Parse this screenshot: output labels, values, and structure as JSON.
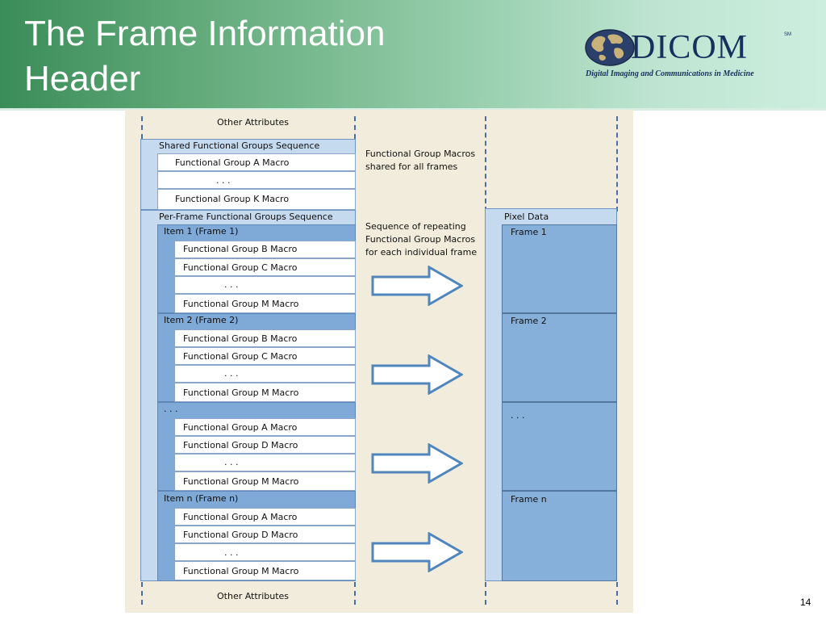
{
  "slide": {
    "title_line1": "The Frame Information",
    "title_line2": "Header",
    "page_number": "14"
  },
  "logo": {
    "name": "DICOM",
    "mark": "SM",
    "tagline": "Digital Imaging and Communications in Medicine",
    "icon": "globe-icon",
    "color": "#17305e"
  },
  "diagram": {
    "other_attributes_top": "Other Attributes",
    "other_attributes_bottom": "Other Attributes",
    "shared": {
      "label": "Shared Functional Groups Sequence",
      "macros": [
        "Functional Group A Macro",
        ". . .",
        "Functional Group K Macro"
      ]
    },
    "shared_note_line1": "Functional Group Macros",
    "shared_note_line2": "shared for all frames",
    "per_frame": {
      "label": "Per-Frame Functional Groups Sequence",
      "items": [
        {
          "label": "Item 1 (Frame 1)",
          "macros": [
            "Functional Group B Macro",
            "Functional Group C Macro",
            ". . .",
            "Functional Group M Macro"
          ]
        },
        {
          "label": "Item 2 (Frame 2)",
          "macros": [
            "Functional Group B Macro",
            "Functional Group C Macro",
            ". . .",
            "Functional Group M Macro"
          ]
        },
        {
          "label": ". . .",
          "macros": [
            "Functional Group A Macro",
            "Functional Group D Macro",
            ". . .",
            "Functional Group M Macro"
          ]
        },
        {
          "label": "Item n (Frame n)",
          "macros": [
            "Functional Group A Macro",
            "Functional Group D Macro",
            ". . .",
            "Functional Group M Macro"
          ]
        }
      ]
    },
    "per_frame_note_line1": "Sequence of repeating",
    "per_frame_note_line2": "Functional Group Macros",
    "per_frame_note_line3": "for each individual frame",
    "pixel_data": {
      "label": "Pixel Data",
      "frames": [
        "Frame 1",
        "Frame 2",
        ". . .",
        "Frame n"
      ]
    },
    "colors": {
      "background": "#f1ecdb",
      "sequence_fill": "#c5d9ef",
      "item_fill": "#7fa9d6",
      "arrow_stroke": "#4f86bd"
    }
  }
}
